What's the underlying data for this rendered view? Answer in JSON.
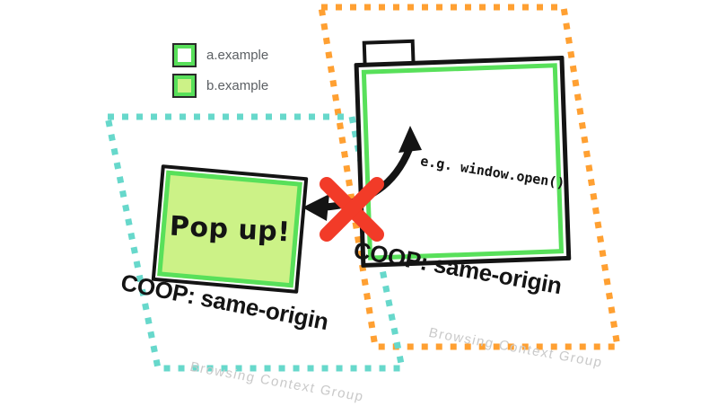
{
  "legend": {
    "items": [
      {
        "id": "a-example",
        "label": "a.example"
      },
      {
        "id": "b-example",
        "label": "b.example"
      }
    ]
  },
  "opener": {
    "coop_label": "COOP: same-origin",
    "group_label": "Browsing Context Group"
  },
  "popup": {
    "content": "Pop up!",
    "coop_label": "COOP: same-origin",
    "group_label": "Browsing Context Group"
  },
  "arrow": {
    "label": "e.g. window.open()"
  },
  "colors": {
    "origin_a_border_green": "#58e05a",
    "origin_b_fill_lime": "#ccf287",
    "opener_group_orange": "#ffa032",
    "popup_group_teal": "#67d8cb",
    "blocked_cross_red": "#f23b28",
    "ink": "#141414",
    "faded_text": "#c9c9c9"
  }
}
